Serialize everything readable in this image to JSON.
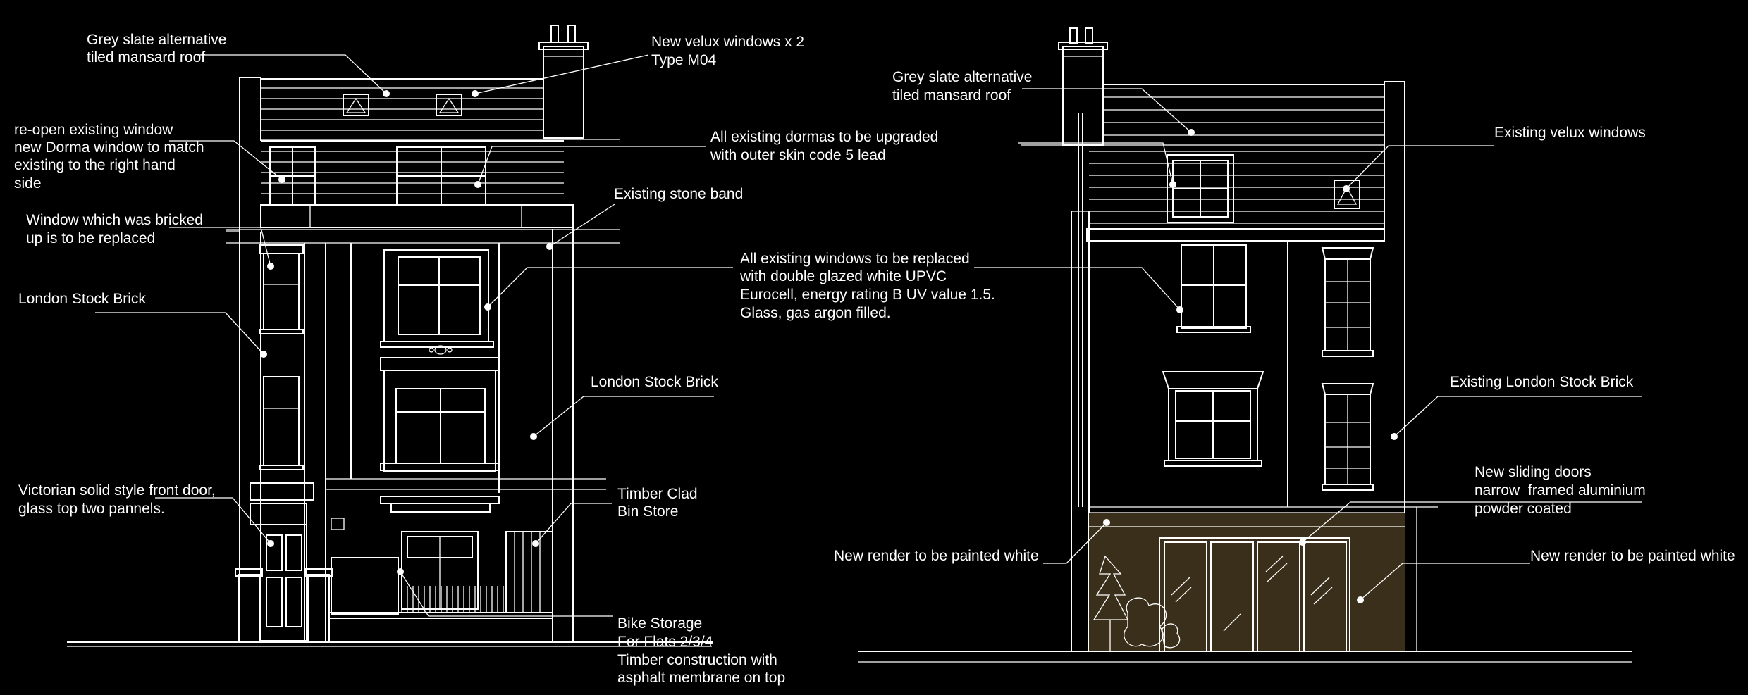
{
  "colors": {
    "background": "#000000",
    "lines": "#ffffff",
    "render_fill": "#3a2f1a"
  },
  "front_elevation": {
    "notes": {
      "roof": [
        "Grey slate alternative",
        "tiled mansard roof"
      ],
      "velux": [
        "New velux windows x 2",
        "Type M04"
      ],
      "reopen_window": [
        "re-open existing window",
        "new Dorma window to match",
        "existing to the right hand",
        "side"
      ],
      "dormas": [
        "All existing dormas to be upgraded",
        "with outer skin code 5 lead"
      ],
      "stone_band": [
        "Existing stone band"
      ],
      "bricked_window": [
        "Window which was bricked",
        "up is to be replaced"
      ],
      "windows_replaced": [
        "All existing windows to be replaced",
        "with double glazed white UPVC",
        "Eurocell, energy rating B UV value 1.5.",
        "Glass, gas argon filled."
      ],
      "brick_left": [
        "London Stock Brick"
      ],
      "brick_right": [
        "London Stock Brick"
      ],
      "front_door": [
        "Victorian solid style front door,",
        "glass top two pannels."
      ],
      "bin_store": [
        "Timber Clad",
        "Bin Store"
      ],
      "bike_storage": [
        "Bike Storage",
        "For Flats 2/3/4",
        "Timber construction with",
        "asphalt membrane on top"
      ]
    }
  },
  "rear_elevation": {
    "notes": {
      "roof": [
        "Grey slate alternative",
        "tiled mansard roof"
      ],
      "velux": [
        "Existing velux windows"
      ],
      "brick": [
        "Existing London Stock Brick"
      ],
      "sliding_doors": [
        "New sliding doors",
        "narrow  framed aluminium",
        "powder coated"
      ],
      "render_left": [
        "New render to be painted white"
      ],
      "render_right": [
        "New render to be painted white"
      ]
    }
  }
}
